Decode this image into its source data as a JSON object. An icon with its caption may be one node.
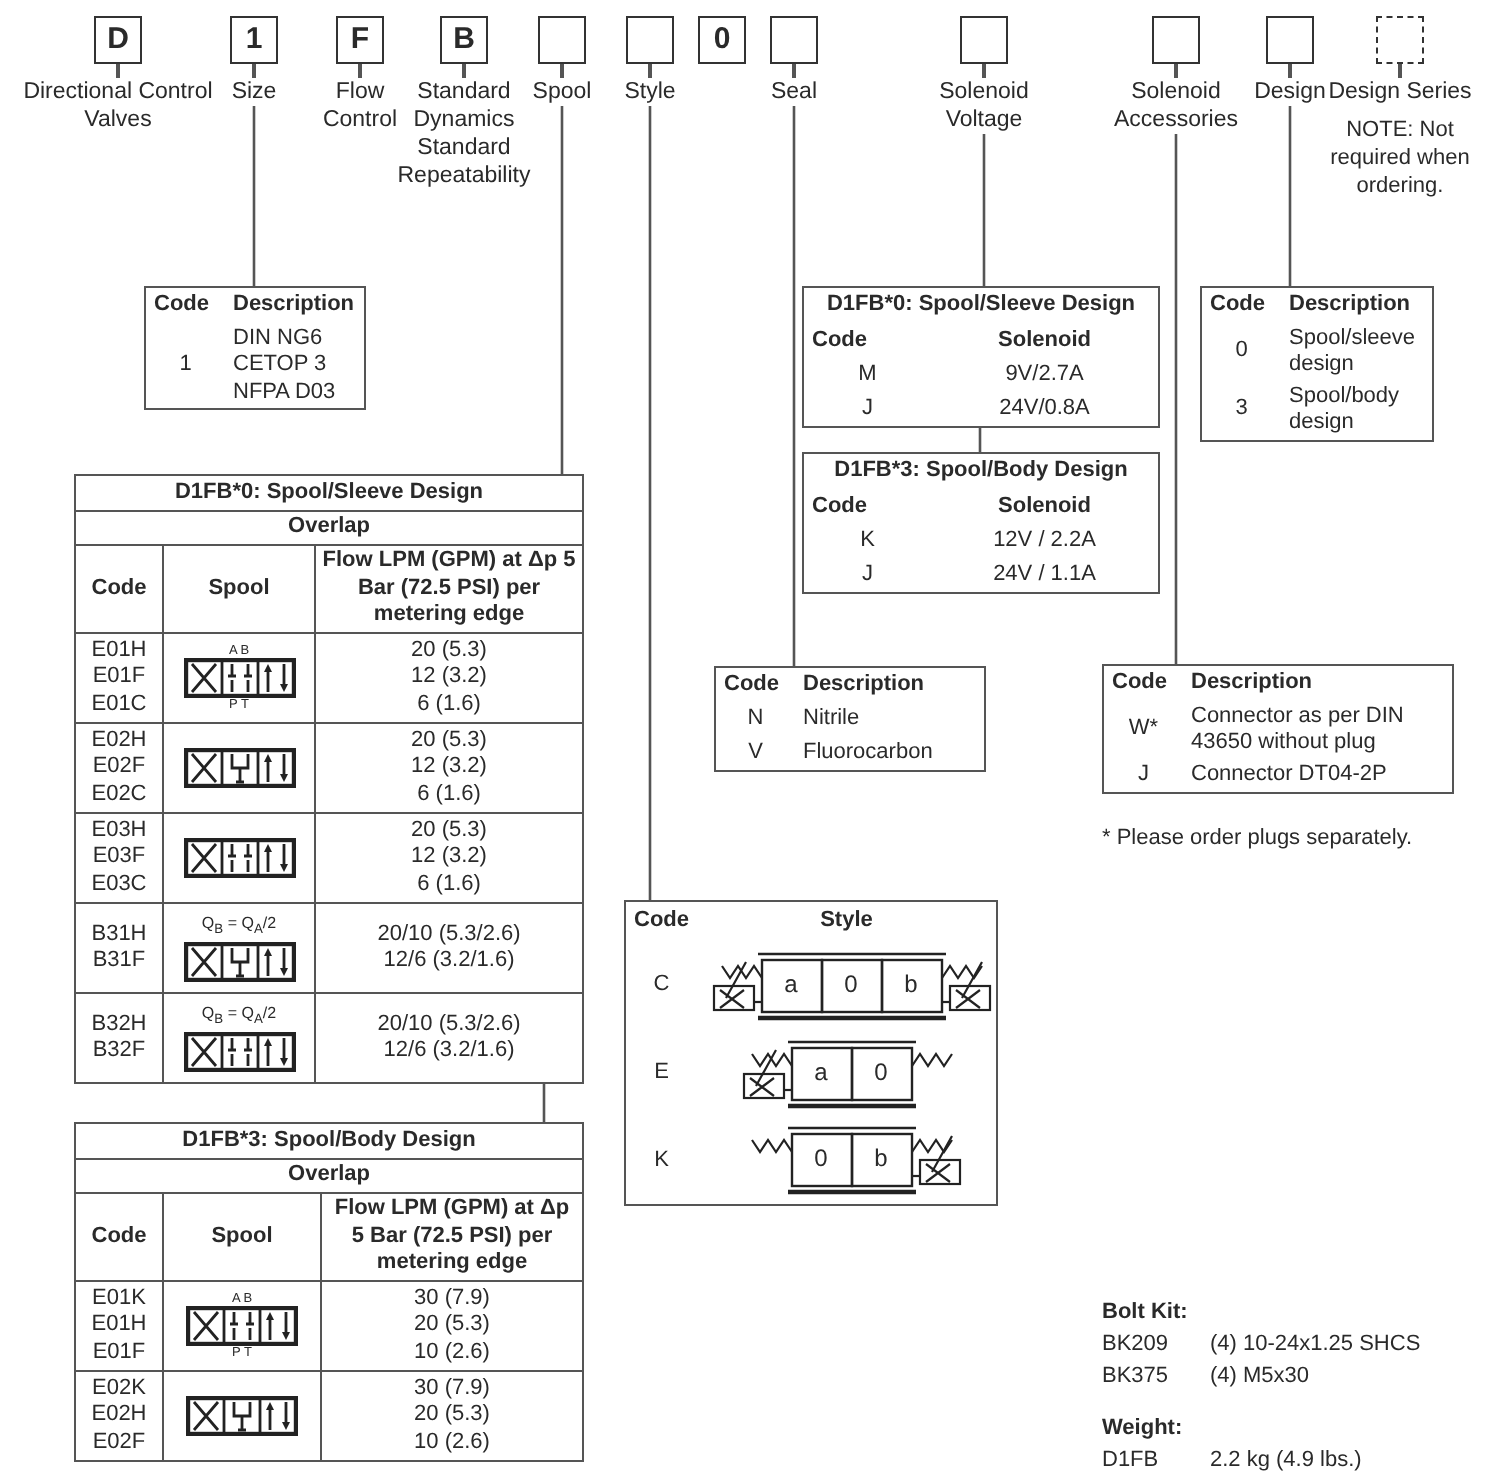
{
  "diagram": {
    "nodes": [
      {
        "text": [
          "D",
          "Directional Control Valves"
        ]
      },
      {
        "text": [
          "1",
          "Size"
        ]
      },
      {
        "text": [
          "F",
          "Flow Control"
        ]
      },
      {
        "text": [
          "B",
          "Standard Dynamics Standard Repeatability"
        ]
      },
      {
        "text": [
          "Spool"
        ]
      },
      {
        "text": [
          "Style"
        ]
      },
      {
        "text": [
          "0"
        ]
      },
      {
        "text": [
          "Seal"
        ]
      },
      {
        "text": [
          "Solenoid Voltage"
        ]
      },
      {
        "text": [
          "Solenoid Accessories"
        ]
      },
      {
        "text": [
          "Design"
        ]
      },
      {
        "text": [
          "Design Series",
          "NOTE: Not required when ordering."
        ]
      },
      {
        "text": [
          "Code",
          "Description",
          "1",
          "DIN NG6 CETOP 3 NFPA D03"
        ]
      },
      {
        "text": [
          "D1FB*0: Spool/Sleeve Design",
          "Overlap",
          "Code",
          "Spool",
          "Flow LPM (GPM) at Δp 5 Bar (72.5 PSI) per metering edge",
          "E01H",
          "E01F",
          "E01C",
          "A B",
          "P T",
          "20 (5.3)",
          "12 (3.2)",
          "6 (1.6)",
          "E02H",
          "E02F",
          "E02C",
          "20 (5.3)",
          "12 (3.2)",
          "6 (1.6)",
          "E03H",
          "E03F",
          "E03C",
          "20 (5.3)",
          "12 (3.2)",
          "6 (1.6)",
          "B31H",
          "B31F",
          "Q$_{B}$ = Q$_{A}$/2",
          "20/10 (5.3/2.6)",
          "12/6 (3.2/1.6)",
          "B32H",
          "B32F",
          "Q$_{B}$ = Q$_{A}$/2",
          "20/10 (5.3/2.6)",
          "12/6 (3.2/1.6)"
        ]
      },
      {
        "text": [
          "D1FB*3: Spool/Body Design",
          "Overlap",
          "Code",
          "Spool",
          "Flow LPM (GPM) at Δp 5 Bar (72.5 PSI) per metering edge",
          "E01K",
          "E01H",
          "E01F",
          "A B",
          "P T",
          "30 (7.9)",
          "20 (5.3)",
          "10 (2.6)",
          "E02K",
          "E02H",
          "E02F",
          "30 (7.9)",
          "20 (5.3)",
          "10 (2.6)"
        ]
      },
      {
        "text": [
          "D1FB*0: Spool/Sleeve Design",
          "Code",
          "Solenoid",
          "M",
          "9V/2.7A",
          "J",
          "24V/0.8A"
        ]
      },
      {
        "text": [
          "D1FB*3: Spool/Body Design",
          "Code",
          "Solenoid",
          "K",
          "12V / 2.2A",
          "J",
          "24V / 1.1A"
        ]
      },
      {
        "text": [
          "Code",
          "Description",
          "0",
          "Spool/sleeve design",
          "3",
          "Spool/body design"
        ]
      },
      {
        "text": [
          "Code",
          "Description",
          "N",
          "Nitrile",
          "V",
          "Fluorocarbon"
        ]
      },
      {
        "text": [
          "Code",
          "Description",
          "W*",
          "Connector as per DIN 43650 without plug",
          "J",
          "Connector DT04-2P"
        ],
        "beside": [
          "* Please order plugs separately."
        ]
      },
      {
        "text": [
          "Code",
          "Style",
          "C",
          "a",
          "0",
          "b",
          "E",
          "a",
          "0",
          "K",
          "0",
          "b"
        ]
      }
    ],
    "edges": [
      {
        "from": 1,
        "to": 12,
        "arrow": "none"
      },
      {
        "from": 4,
        "to": 13,
        "arrow": "none"
      },
      {
        "from": 13,
        "to": 14,
        "arrow": "none"
      },
      {
        "from": 5,
        "to": 20,
        "arrow": "none"
      },
      {
        "from": 7,
        "to": 18,
        "arrow": "none"
      },
      {
        "from": 8,
        "to": 15,
        "arrow": "none"
      },
      {
        "from": 15,
        "to": 16,
        "arrow": "none"
      },
      {
        "from": 9,
        "to": 19,
        "arrow": "none"
      },
      {
        "from": 10,
        "to": 17,
        "arrow": "none"
      }
    ],
    "labels": [
      "Bolt Kit:",
      "BK209",
      "(4) 10-24x1.25 SHCS",
      "BK375",
      "(4) M5x30",
      "Weight:",
      "D1FB",
      "2.2 kg (4.9 lbs.)"
    ]
  }
}
